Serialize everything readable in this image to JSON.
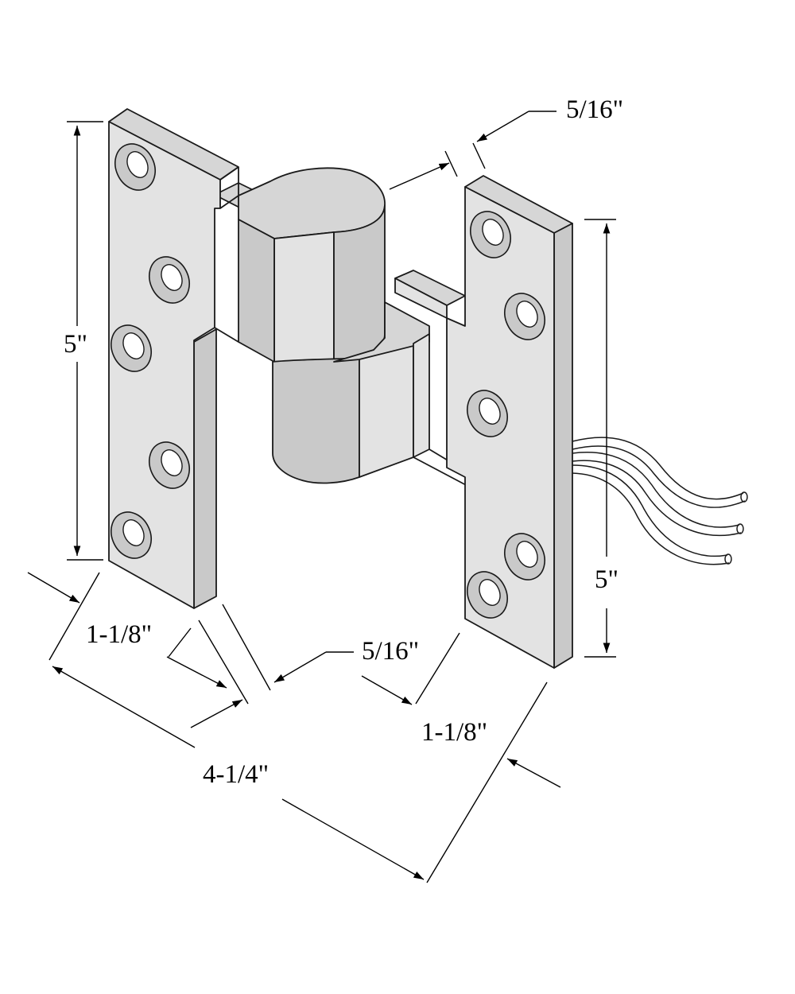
{
  "colors": {
    "metal_face": "#e3e3e3",
    "metal_side": "#c9c9c9",
    "metal_top": "#d6d6d6",
    "outline": "#1a1a1a",
    "hole": "#ffffff",
    "background": "#ffffff"
  },
  "dimensions": {
    "top_thickness": "5/16\"",
    "left_height": "5\"",
    "right_height": "5\"",
    "left_depth": "1-1/8\"",
    "bottom_thickness": "5/16\"",
    "right_depth": "1-1/8\"",
    "overall_width": "4-1/4\""
  },
  "parts": {
    "left_leaf_holes": 5,
    "right_leaf_holes": 5,
    "wires": 3
  }
}
